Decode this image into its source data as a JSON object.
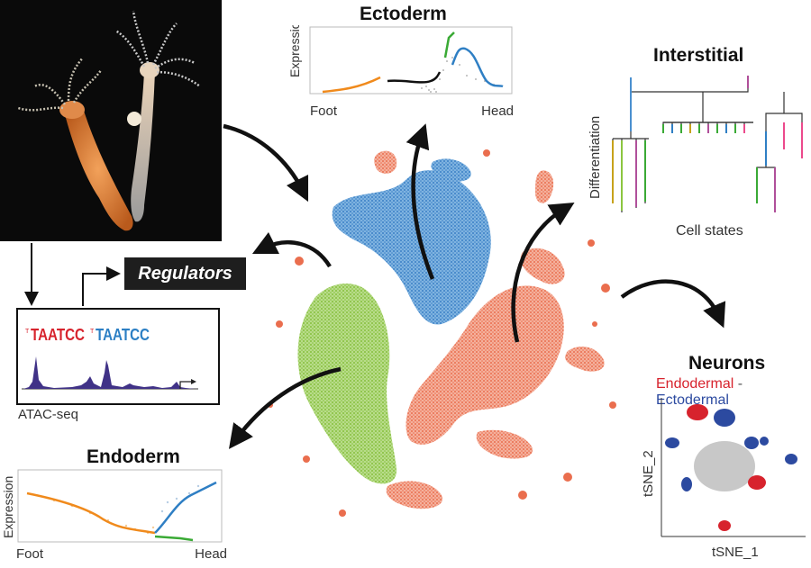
{
  "colors": {
    "ectoderm": "#4a90d0",
    "endoderm": "#8cc640",
    "interstitial": "#ec7a5c",
    "foot": "#f08a1c",
    "head": "#2f7fc4",
    "tentacle": "#3aaa35",
    "endodermal_neuron": "#d7232d",
    "ectodermal_neuron": "#2c4aa0",
    "atac": "#403287"
  },
  "ectoderm": {
    "title": "Ectoderm",
    "ylabel": "Expression",
    "x_start": "Foot",
    "x_end": "Head"
  },
  "endoderm": {
    "title": "Endoderm",
    "ylabel": "Expression",
    "x_start": "Foot",
    "x_end": "Head"
  },
  "interstitial": {
    "title": "Interstitial",
    "ylabel": "Differentiation",
    "xlabel": "Cell states"
  },
  "neurons": {
    "title": "Neurons",
    "endodermal_label": "Endodermal",
    "separator": " - ",
    "ectodermal_label": "Ectodermal",
    "xlabel": "tSNE_1",
    "ylabel": "tSNE_2"
  },
  "regulators": {
    "label": "Regulators"
  },
  "atac": {
    "label": "ATAC-seq",
    "motif_1": "TAATCC",
    "motif_2": "TAATCC"
  },
  "photo": {
    "icon": "hydra-polyp-icon"
  }
}
